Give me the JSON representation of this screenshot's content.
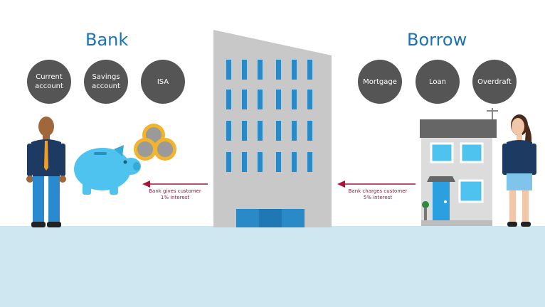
{
  "bank": {
    "title": "Bank",
    "products": [
      "Current account",
      "Savings account",
      "ISA"
    ],
    "caption_line1": "Bank gives customer",
    "caption_line2": "1% interest"
  },
  "borrow": {
    "title": "Borrow",
    "products": [
      "Mortgage",
      "Loan",
      "Overdraft"
    ],
    "caption_line1": "Bank charges customer",
    "caption_line2": "5% interest"
  },
  "colors": {
    "heading": "#1a73b8",
    "circle": "#555555",
    "arrow": "#a3173b",
    "window": "#2a8ac8",
    "building": "#c8c8c8",
    "ground": "#cfe7f0",
    "piggy": "#4ec3ef"
  },
  "icons": [
    "piggy-bank-icon",
    "coin-icon",
    "bank-building-icon",
    "house-icon",
    "man-figure-icon",
    "woman-figure-icon"
  ]
}
